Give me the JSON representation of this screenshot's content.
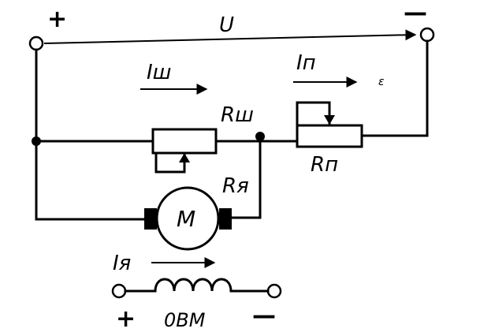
{
  "terminals": {
    "supply_plus": "+",
    "supply_minus": "—",
    "field_plus": "+",
    "field_minus": "—"
  },
  "labels": {
    "voltage": "U",
    "shunt_current": "Iш",
    "shunt_resistor": "Rш",
    "starting_current": "Iп",
    "starting_resistor": "Rп",
    "armature_resistor": "Rя",
    "armature_current": "Iя",
    "motor": "M",
    "field_winding": "0BM",
    "stray_mark": "ɛ"
  }
}
